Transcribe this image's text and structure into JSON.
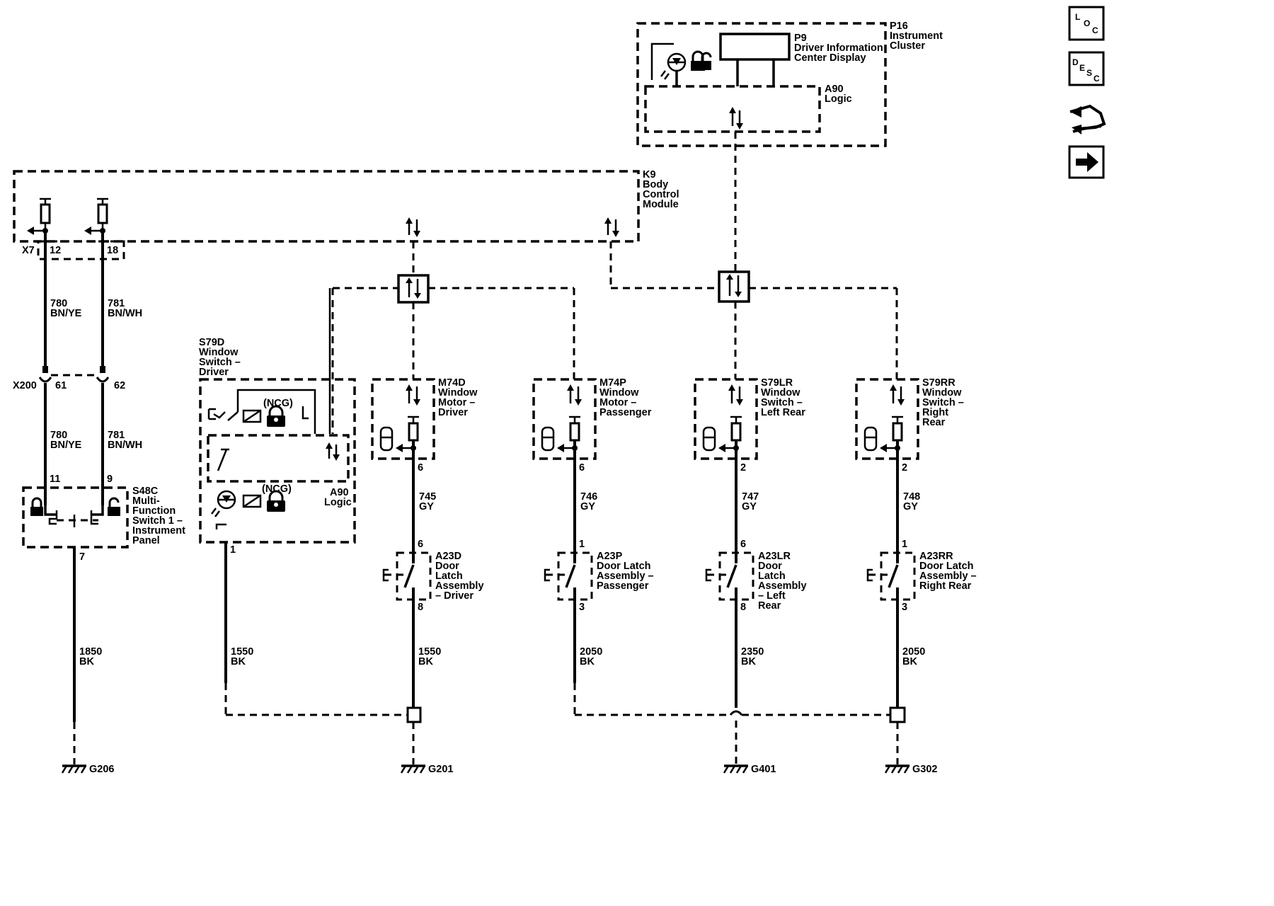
{
  "modules": {
    "p16": {
      "id": "P16",
      "name_lines": [
        "Instrument",
        "Cluster"
      ]
    },
    "p9": {
      "id": "P9",
      "name_lines": [
        "Driver Information",
        "Center Display"
      ]
    },
    "a90_cluster": {
      "id": "A90",
      "name_lines": [
        "Logic"
      ]
    },
    "k9": {
      "id": "K9",
      "name_lines": [
        "Body",
        "Control",
        "Module"
      ]
    },
    "s79d": {
      "id": "S79D",
      "name_lines": [
        "Window",
        "Switch –",
        "Driver"
      ]
    },
    "a90_switch": {
      "id": "A90",
      "name_lines": [
        "Logic"
      ]
    },
    "ncg_top": "(NCG)",
    "ncg_bottom": "(NCG)",
    "m74d": {
      "id": "M74D",
      "name_lines": [
        "Window",
        "Motor –",
        "Driver"
      ]
    },
    "m74p": {
      "id": "M74P",
      "name_lines": [
        "Window",
        "Motor –",
        "Passenger"
      ]
    },
    "s79lr": {
      "id": "S79LR",
      "name_lines": [
        "Window",
        "Switch –",
        "Left Rear"
      ]
    },
    "s79rr": {
      "id": "S79RR",
      "name_lines": [
        "Window",
        "Switch –",
        "Right",
        "Rear"
      ]
    },
    "s48c": {
      "id": "S48C",
      "name_lines": [
        "Multi-",
        "Function",
        "Switch 1 –",
        "Instrument",
        "Panel"
      ]
    },
    "a23d": {
      "id": "A23D",
      "name_lines": [
        "Door",
        "Latch",
        "Assembly",
        "– Driver"
      ]
    },
    "a23p": {
      "id": "A23P",
      "name_lines": [
        "Door Latch",
        "Assembly –",
        "Passenger"
      ]
    },
    "a23lr": {
      "id": "A23LR",
      "name_lines": [
        "Door",
        "Latch",
        "Assembly",
        "– Left",
        "Rear"
      ]
    },
    "a23rr": {
      "id": "A23RR",
      "name_lines": [
        "Door Latch",
        "Assembly –",
        "Right Rear"
      ]
    }
  },
  "connectors": {
    "x7": "X7",
    "x200": "X200"
  },
  "pins": {
    "x7_780": "12",
    "x7_781": "18",
    "x200_780": "61",
    "x200_781": "62",
    "s48c_780": "11",
    "s48c_781": "9",
    "s48c_ground": "7",
    "s79d_ground": "1",
    "m74d_out": "6",
    "m74p_out": "6",
    "s79lr_out": "2",
    "s79rr_out": "2",
    "a23d_in": "6",
    "a23d_out": "8",
    "a23p_in": "1",
    "a23p_out": "3",
    "a23lr_in": "6",
    "a23lr_out": "8",
    "a23rr_in": "1",
    "a23rr_out": "3"
  },
  "wires": {
    "w780_upper": {
      "circuit": "780",
      "color": "BN/YE"
    },
    "w781_upper": {
      "circuit": "781",
      "color": "BN/WH"
    },
    "w780_lower": {
      "circuit": "780",
      "color": "BN/YE"
    },
    "w781_lower": {
      "circuit": "781",
      "color": "BN/WH"
    },
    "w745": {
      "circuit": "745",
      "color": "GY"
    },
    "w746": {
      "circuit": "746",
      "color": "GY"
    },
    "w747": {
      "circuit": "747",
      "color": "GY"
    },
    "w748": {
      "circuit": "748",
      "color": "GY"
    },
    "w1850": {
      "circuit": "1850",
      "color": "BK"
    },
    "w1550_switch": {
      "circuit": "1550",
      "color": "BK"
    },
    "w1550_latch": {
      "circuit": "1550",
      "color": "BK"
    },
    "w2050_p": {
      "circuit": "2050",
      "color": "BK"
    },
    "w2350": {
      "circuit": "2350",
      "color": "BK"
    },
    "w2050_rr": {
      "circuit": "2050",
      "color": "BK"
    }
  },
  "grounds": {
    "g206": "G206",
    "g201": "G201",
    "g401": "G401",
    "g302": "G302"
  },
  "nav": {
    "loc": [
      "L",
      "O",
      "C"
    ],
    "desc": [
      "D",
      "E",
      "S",
      "C"
    ],
    "icons": [
      "location-icon",
      "description-icon",
      "connector-icon",
      "next-arrow-icon"
    ]
  }
}
